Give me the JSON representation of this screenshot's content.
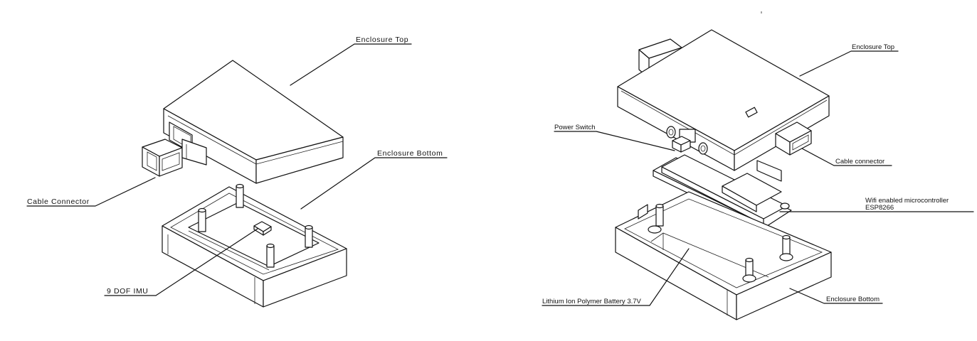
{
  "left_diagram": {
    "labels": {
      "enclosure_top": "Enclosure Top",
      "enclosure_bottom": "Enclosure Bottom",
      "cable_connector": "Cable Connector",
      "imu": "9 DOF IMU"
    }
  },
  "right_diagram": {
    "labels": {
      "enclosure_top": "Enclosure Top",
      "power_switch": "Power Switch",
      "cable_connector": "Cable connector",
      "microcontroller_line1": "Wifi enabled microcontroller",
      "microcontroller_line2": "ESP8266",
      "battery": "Lithium Ion Polymer Battery 3.7V",
      "enclosure_bottom": "Enclosure Bottom"
    }
  }
}
